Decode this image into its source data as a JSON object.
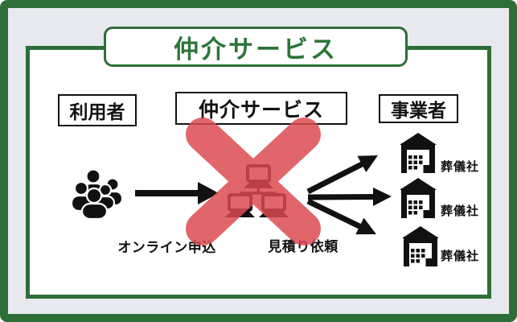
{
  "header": {
    "title": "仲介サービス"
  },
  "boxes": {
    "user": "利用者",
    "service": "仲介サービス",
    "provider": "事業者"
  },
  "flow": {
    "online_application": "オンライン申込",
    "quote_request": "見積り依頼"
  },
  "providers": [
    {
      "label": "葬儀社"
    },
    {
      "label": "葬儀社"
    },
    {
      "label": "葬儀社"
    }
  ],
  "icons": {
    "left": "users-group-icon",
    "center": "network-computers-icon",
    "right": "warehouse-building-icon",
    "overlay": "red-cross-icon",
    "connectors": [
      "apply-arrow",
      "fan-arrow-top",
      "fan-arrow-middle",
      "fan-arrow-bottom"
    ]
  },
  "colors": {
    "frame_green": "#2d6e38",
    "title_green": "#2c7539",
    "panel_bg": "#ffffff",
    "outer_gray": "#e8e9ee",
    "ink_black": "#111111",
    "cross_red": "#dc4a50"
  }
}
